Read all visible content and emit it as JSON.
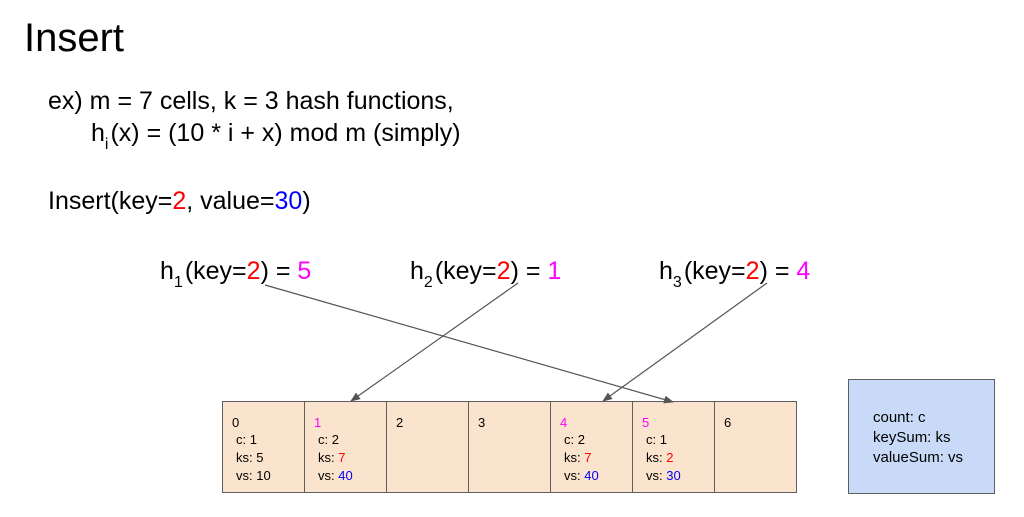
{
  "title": "Insert",
  "example": {
    "line1": "ex) m = 7 cells, k = 3 hash functions,",
    "line2_h": "h",
    "line2_sub": "i",
    "line2_rest": "(x) = (10 * i + x) mod m (simply)"
  },
  "insert_call": {
    "prefix": "Insert(key=",
    "key": "2",
    "middle": ", value=",
    "value": "30",
    "suffix": ")"
  },
  "hash_results": [
    {
      "h": "h",
      "sub": "1",
      "pre": "(key=",
      "key": "2",
      "post": ") = ",
      "result": "5"
    },
    {
      "h": "h",
      "sub": "2",
      "pre": "(key=",
      "key": "2",
      "post": ") = ",
      "result": "1"
    },
    {
      "h": "h",
      "sub": "3",
      "pre": "(key=",
      "key": "2",
      "post": ") = ",
      "result": "4"
    }
  ],
  "cells": [
    {
      "index": "0",
      "c_label": "c: ",
      "c": "1",
      "ks_label": "ks: ",
      "ks": "5",
      "vs_label": "vs: ",
      "vs": "10"
    },
    {
      "index": "1",
      "c_label": "c: ",
      "c": "2",
      "ks_label": "ks: ",
      "ks": "7",
      "vs_label": "vs: ",
      "vs": "40"
    },
    {
      "index": "2"
    },
    {
      "index": "3"
    },
    {
      "index": "4",
      "c_label": "c: ",
      "c": "2",
      "ks_label": "ks: ",
      "ks": "7",
      "vs_label": "vs: ",
      "vs": "40"
    },
    {
      "index": "5",
      "c_label": "c: ",
      "c": "1",
      "ks_label": "ks: ",
      "ks": "2",
      "vs_label": "vs: ",
      "vs": "30"
    },
    {
      "index": "6"
    }
  ],
  "legend": {
    "count": "count: c",
    "keysum": "keySum: ks",
    "valuesum": "valueSum: vs"
  },
  "colors": {
    "key": "#ff0000",
    "value": "#0000ff",
    "hash_result": "#ff00ff",
    "cell_fill": "#fbe4cd",
    "legend_fill": "#c9daf8"
  }
}
